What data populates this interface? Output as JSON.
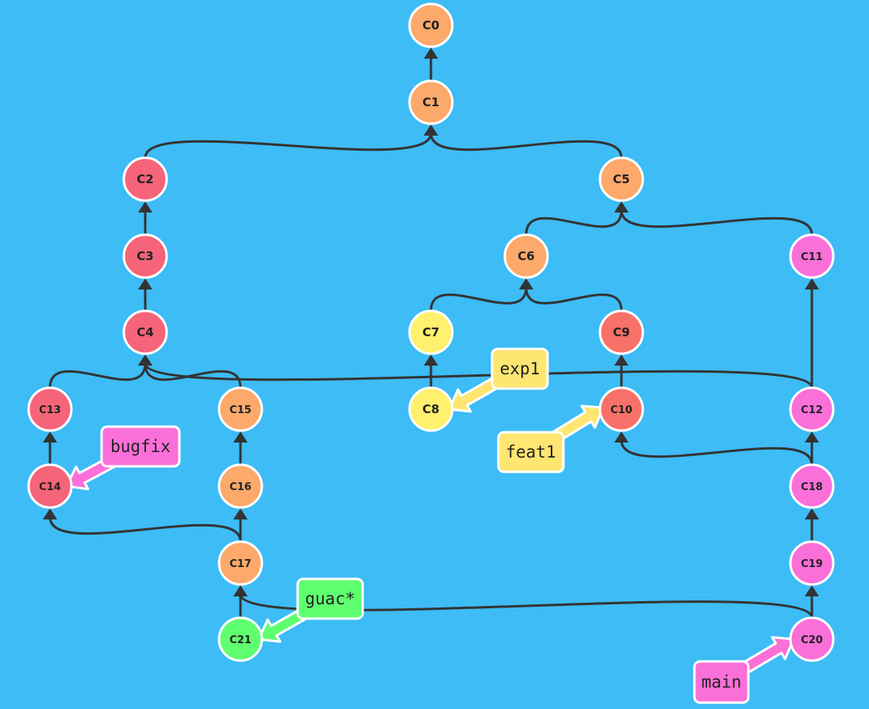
{
  "colors": {
    "background": "#3dbcf6",
    "edge": "#333333",
    "node_stroke": "#ffffff",
    "orange": "#fca96b",
    "red": "#f6647a",
    "salmon": "#f87168",
    "yellow": "#fff16d",
    "pink": "#fb6fd8",
    "green": "#5fff6f",
    "label_yellow": "#ffe671",
    "label_pink": "#fb6fd8",
    "label_green": "#5fff6f"
  },
  "commits": [
    {
      "id": "C0",
      "color": "orange"
    },
    {
      "id": "C1",
      "color": "orange"
    },
    {
      "id": "C2",
      "color": "red"
    },
    {
      "id": "C3",
      "color": "red"
    },
    {
      "id": "C4",
      "color": "red"
    },
    {
      "id": "C5",
      "color": "orange"
    },
    {
      "id": "C6",
      "color": "orange"
    },
    {
      "id": "C7",
      "color": "yellow"
    },
    {
      "id": "C8",
      "color": "yellow"
    },
    {
      "id": "C9",
      "color": "salmon"
    },
    {
      "id": "C10",
      "color": "salmon"
    },
    {
      "id": "C11",
      "color": "pink"
    },
    {
      "id": "C12",
      "color": "pink"
    },
    {
      "id": "C13",
      "color": "red"
    },
    {
      "id": "C14",
      "color": "red"
    },
    {
      "id": "C15",
      "color": "orange"
    },
    {
      "id": "C16",
      "color": "orange"
    },
    {
      "id": "C17",
      "color": "orange"
    },
    {
      "id": "C18",
      "color": "pink"
    },
    {
      "id": "C19",
      "color": "pink"
    },
    {
      "id": "C20",
      "color": "pink"
    },
    {
      "id": "C21",
      "color": "green"
    }
  ],
  "parents": [
    {
      "child": "C1",
      "parent": "C0"
    },
    {
      "child": "C2",
      "parent": "C1"
    },
    {
      "child": "C5",
      "parent": "C1"
    },
    {
      "child": "C3",
      "parent": "C2"
    },
    {
      "child": "C4",
      "parent": "C3"
    },
    {
      "child": "C13",
      "parent": "C4"
    },
    {
      "child": "C15",
      "parent": "C4"
    },
    {
      "child": "C12",
      "parent": "C4"
    },
    {
      "child": "C6",
      "parent": "C5"
    },
    {
      "child": "C11",
      "parent": "C5"
    },
    {
      "child": "C7",
      "parent": "C6"
    },
    {
      "child": "C9",
      "parent": "C6"
    },
    {
      "child": "C8",
      "parent": "C7"
    },
    {
      "child": "C10",
      "parent": "C9"
    },
    {
      "child": "C12",
      "parent": "C11"
    },
    {
      "child": "C14",
      "parent": "C13"
    },
    {
      "child": "C16",
      "parent": "C15"
    },
    {
      "child": "C17",
      "parent": "C16"
    },
    {
      "child": "C17",
      "parent": "C14"
    },
    {
      "child": "C18",
      "parent": "C12"
    },
    {
      "child": "C18",
      "parent": "C10"
    },
    {
      "child": "C19",
      "parent": "C18"
    },
    {
      "child": "C20",
      "parent": "C19"
    },
    {
      "child": "C20",
      "parent": "C17"
    },
    {
      "child": "C21",
      "parent": "C17"
    }
  ],
  "branches": [
    {
      "name": "exp1",
      "target": "C8",
      "color": "label_yellow"
    },
    {
      "name": "feat1",
      "target": "C10",
      "color": "label_yellow"
    },
    {
      "name": "bugfix",
      "target": "C14",
      "color": "label_pink"
    },
    {
      "name": "guac*",
      "target": "C21",
      "color": "label_green"
    },
    {
      "name": "main",
      "target": "C20",
      "color": "label_pink"
    }
  ]
}
